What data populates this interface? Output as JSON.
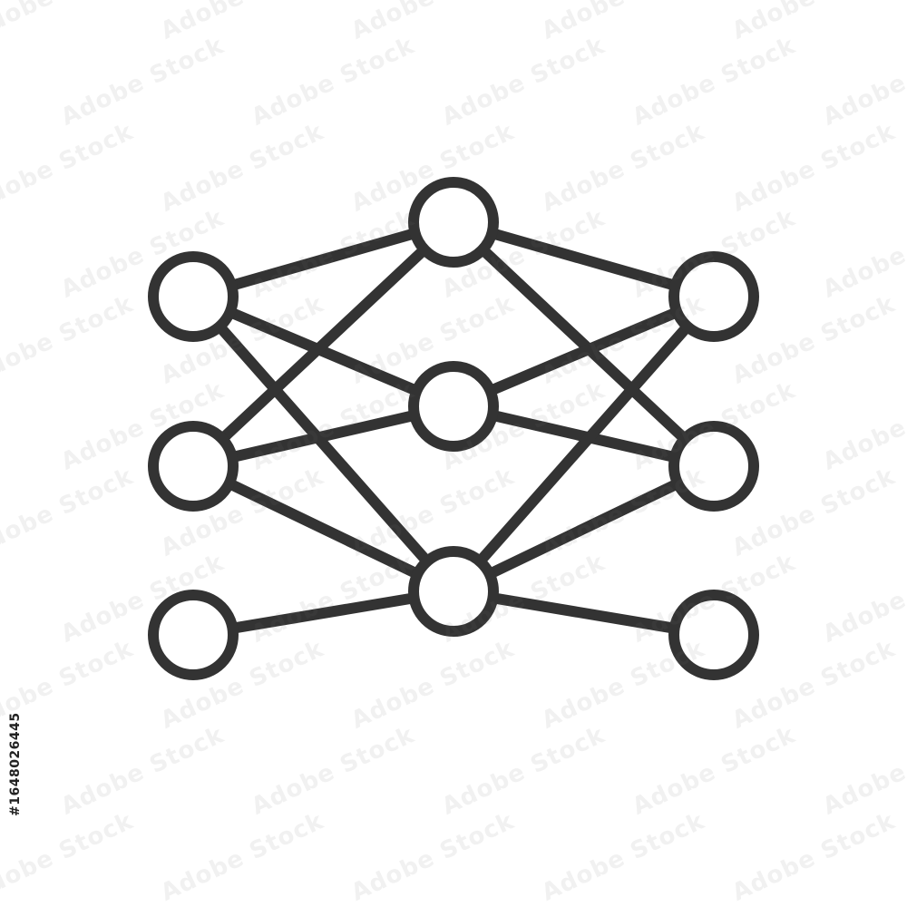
{
  "stock_id": "#164802644​5",
  "watermark_text": "Adobe Stock",
  "colors": {
    "stroke": "#333333",
    "background": "#ffffff"
  },
  "diagram": {
    "icon": "neural-network-icon",
    "nodes": [
      {
        "id": "in-1",
        "layer": "input"
      },
      {
        "id": "in-2",
        "layer": "input"
      },
      {
        "id": "in-3",
        "layer": "input"
      },
      {
        "id": "hid-1",
        "layer": "hidden"
      },
      {
        "id": "hid-2",
        "layer": "hidden"
      },
      {
        "id": "hid-3",
        "layer": "hidden"
      },
      {
        "id": "out-1",
        "layer": "output"
      },
      {
        "id": "out-2",
        "layer": "output"
      },
      {
        "id": "out-3",
        "layer": "output"
      }
    ],
    "edges": [
      [
        "in-1",
        "hid-1"
      ],
      [
        "in-1",
        "hid-2"
      ],
      [
        "in-1",
        "hid-3"
      ],
      [
        "in-2",
        "hid-1"
      ],
      [
        "in-2",
        "hid-2"
      ],
      [
        "in-2",
        "hid-3"
      ],
      [
        "in-3",
        "hid-3"
      ],
      [
        "hid-1",
        "out-1"
      ],
      [
        "hid-1",
        "out-2"
      ],
      [
        "hid-2",
        "out-1"
      ],
      [
        "hid-2",
        "out-2"
      ],
      [
        "hid-3",
        "out-1"
      ],
      [
        "hid-3",
        "out-2"
      ],
      [
        "hid-3",
        "out-3"
      ]
    ]
  }
}
